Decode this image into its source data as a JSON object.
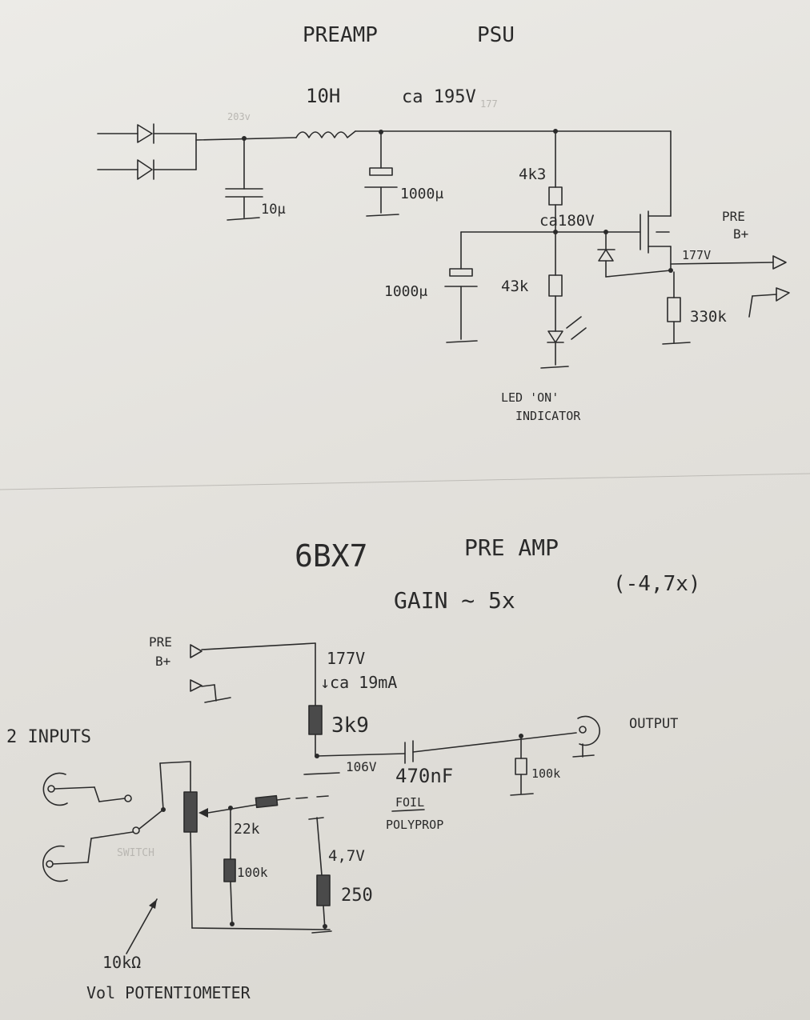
{
  "psu": {
    "title": "PREAMP",
    "title2": "PSU",
    "choke": "10H",
    "voltage_out": "ca 195V",
    "faint_left": "203v",
    "faint_right": "177",
    "cap1": "10μ",
    "cap2": "1000μ",
    "res_top": "4k3",
    "node_voltage": "ca180V",
    "cap3": "1000μ",
    "res_mid": "43k",
    "res_out": "330k",
    "out_voltage": "177V",
    "out_label1": "PRE",
    "out_label2": "B+",
    "led_label1": "LED 'ON'",
    "led_label2": "INDICATOR"
  },
  "preamp": {
    "title1": "6BX7",
    "title2": "PRE AMP",
    "gain": "GAIN ~ 5x",
    "gain_exact": "(-4,7x)",
    "supply1": "PRE",
    "supply2": "B+",
    "b_voltage": "177V",
    "current": "↓ca 19mA",
    "plate_res": "3k9",
    "plate_voltage": "106V",
    "cap": "470nF",
    "cap_type1": "FOIL",
    "cap_type2": "POLYPROP",
    "out_res": "100k",
    "output": "OUTPUT",
    "inputs": "2 INPUTS",
    "switch": "SWITCH",
    "grid_res": "22k",
    "pot_load": "100k",
    "cathode_voltage": "4,7V",
    "cathode_res": "250",
    "pot1": "10kΩ",
    "pot2": "Vol POTENTIOMETER"
  }
}
